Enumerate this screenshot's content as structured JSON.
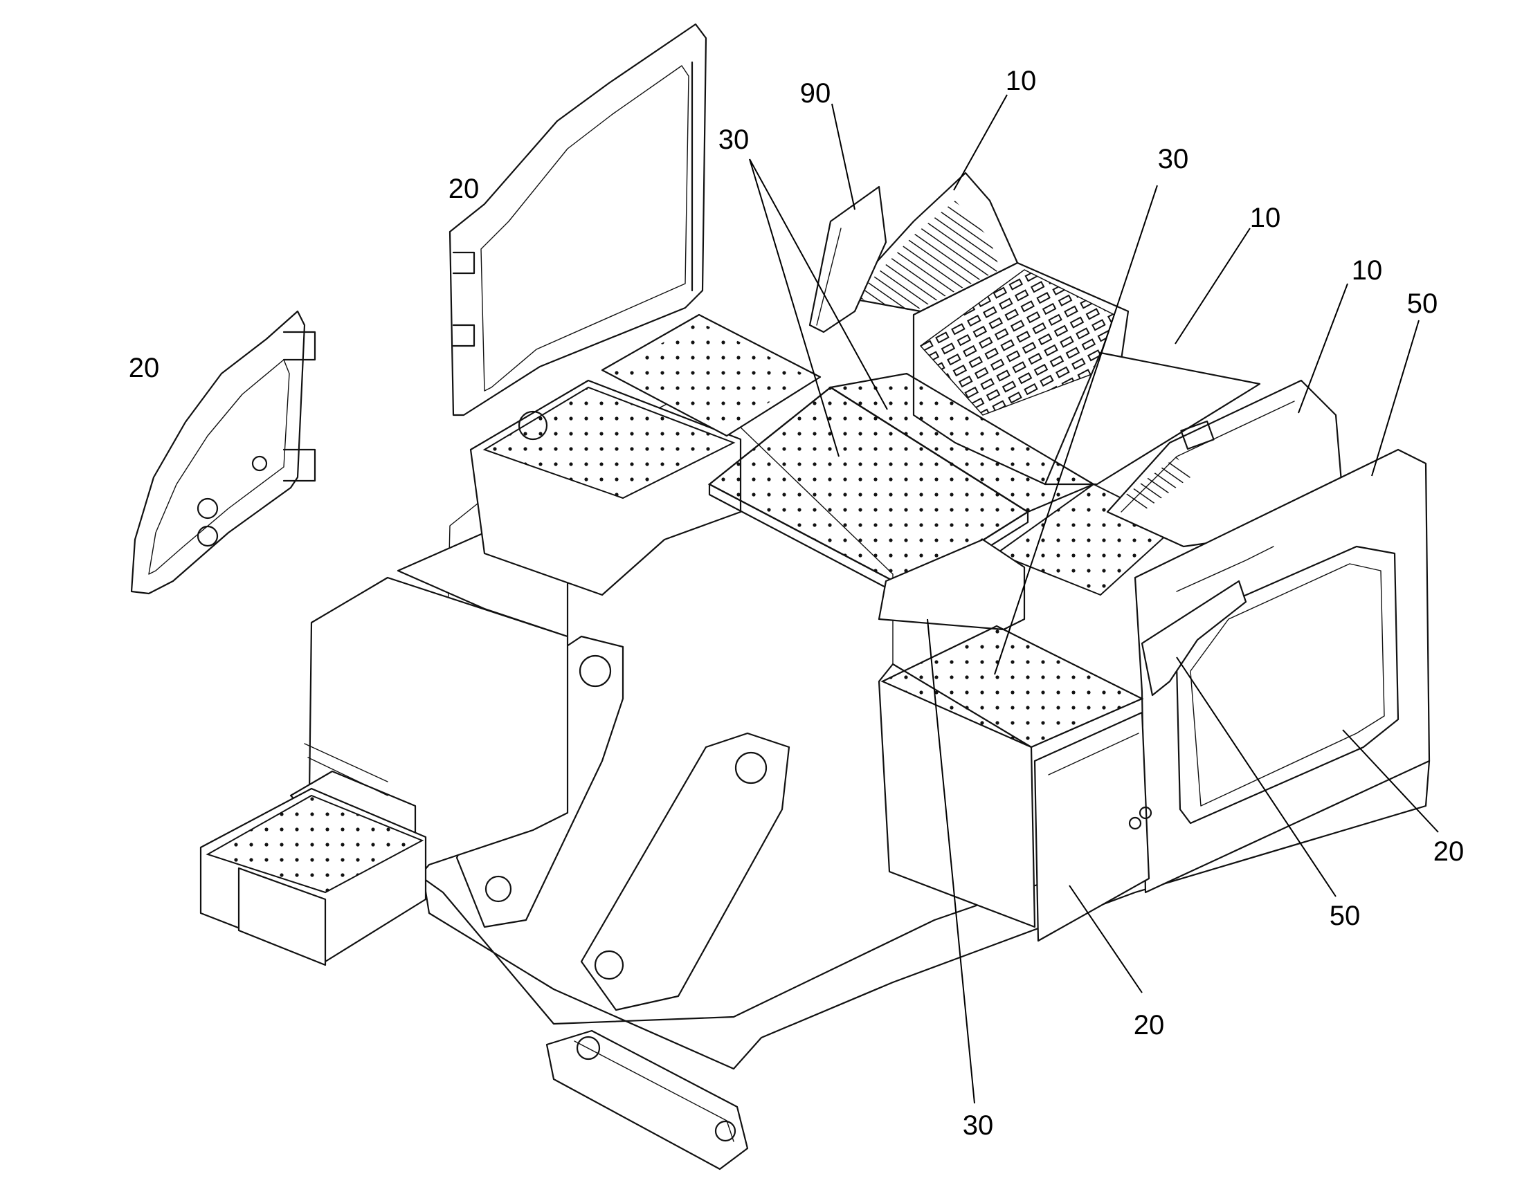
{
  "callouts": [
    {
      "id": "c90",
      "label": "90"
    },
    {
      "id": "c10a",
      "label": "10"
    },
    {
      "id": "c30a",
      "label": "30"
    },
    {
      "id": "c30b",
      "label": "30"
    },
    {
      "id": "c10b",
      "label": "10"
    },
    {
      "id": "c10c",
      "label": "10"
    },
    {
      "id": "c50a",
      "label": "50"
    },
    {
      "id": "c20a",
      "label": "20"
    },
    {
      "id": "c20b",
      "label": "20"
    },
    {
      "id": "c20c",
      "label": "20"
    },
    {
      "id": "c50b",
      "label": "50"
    },
    {
      "id": "c20d",
      "label": "20"
    },
    {
      "id": "c30c",
      "label": "30"
    }
  ]
}
